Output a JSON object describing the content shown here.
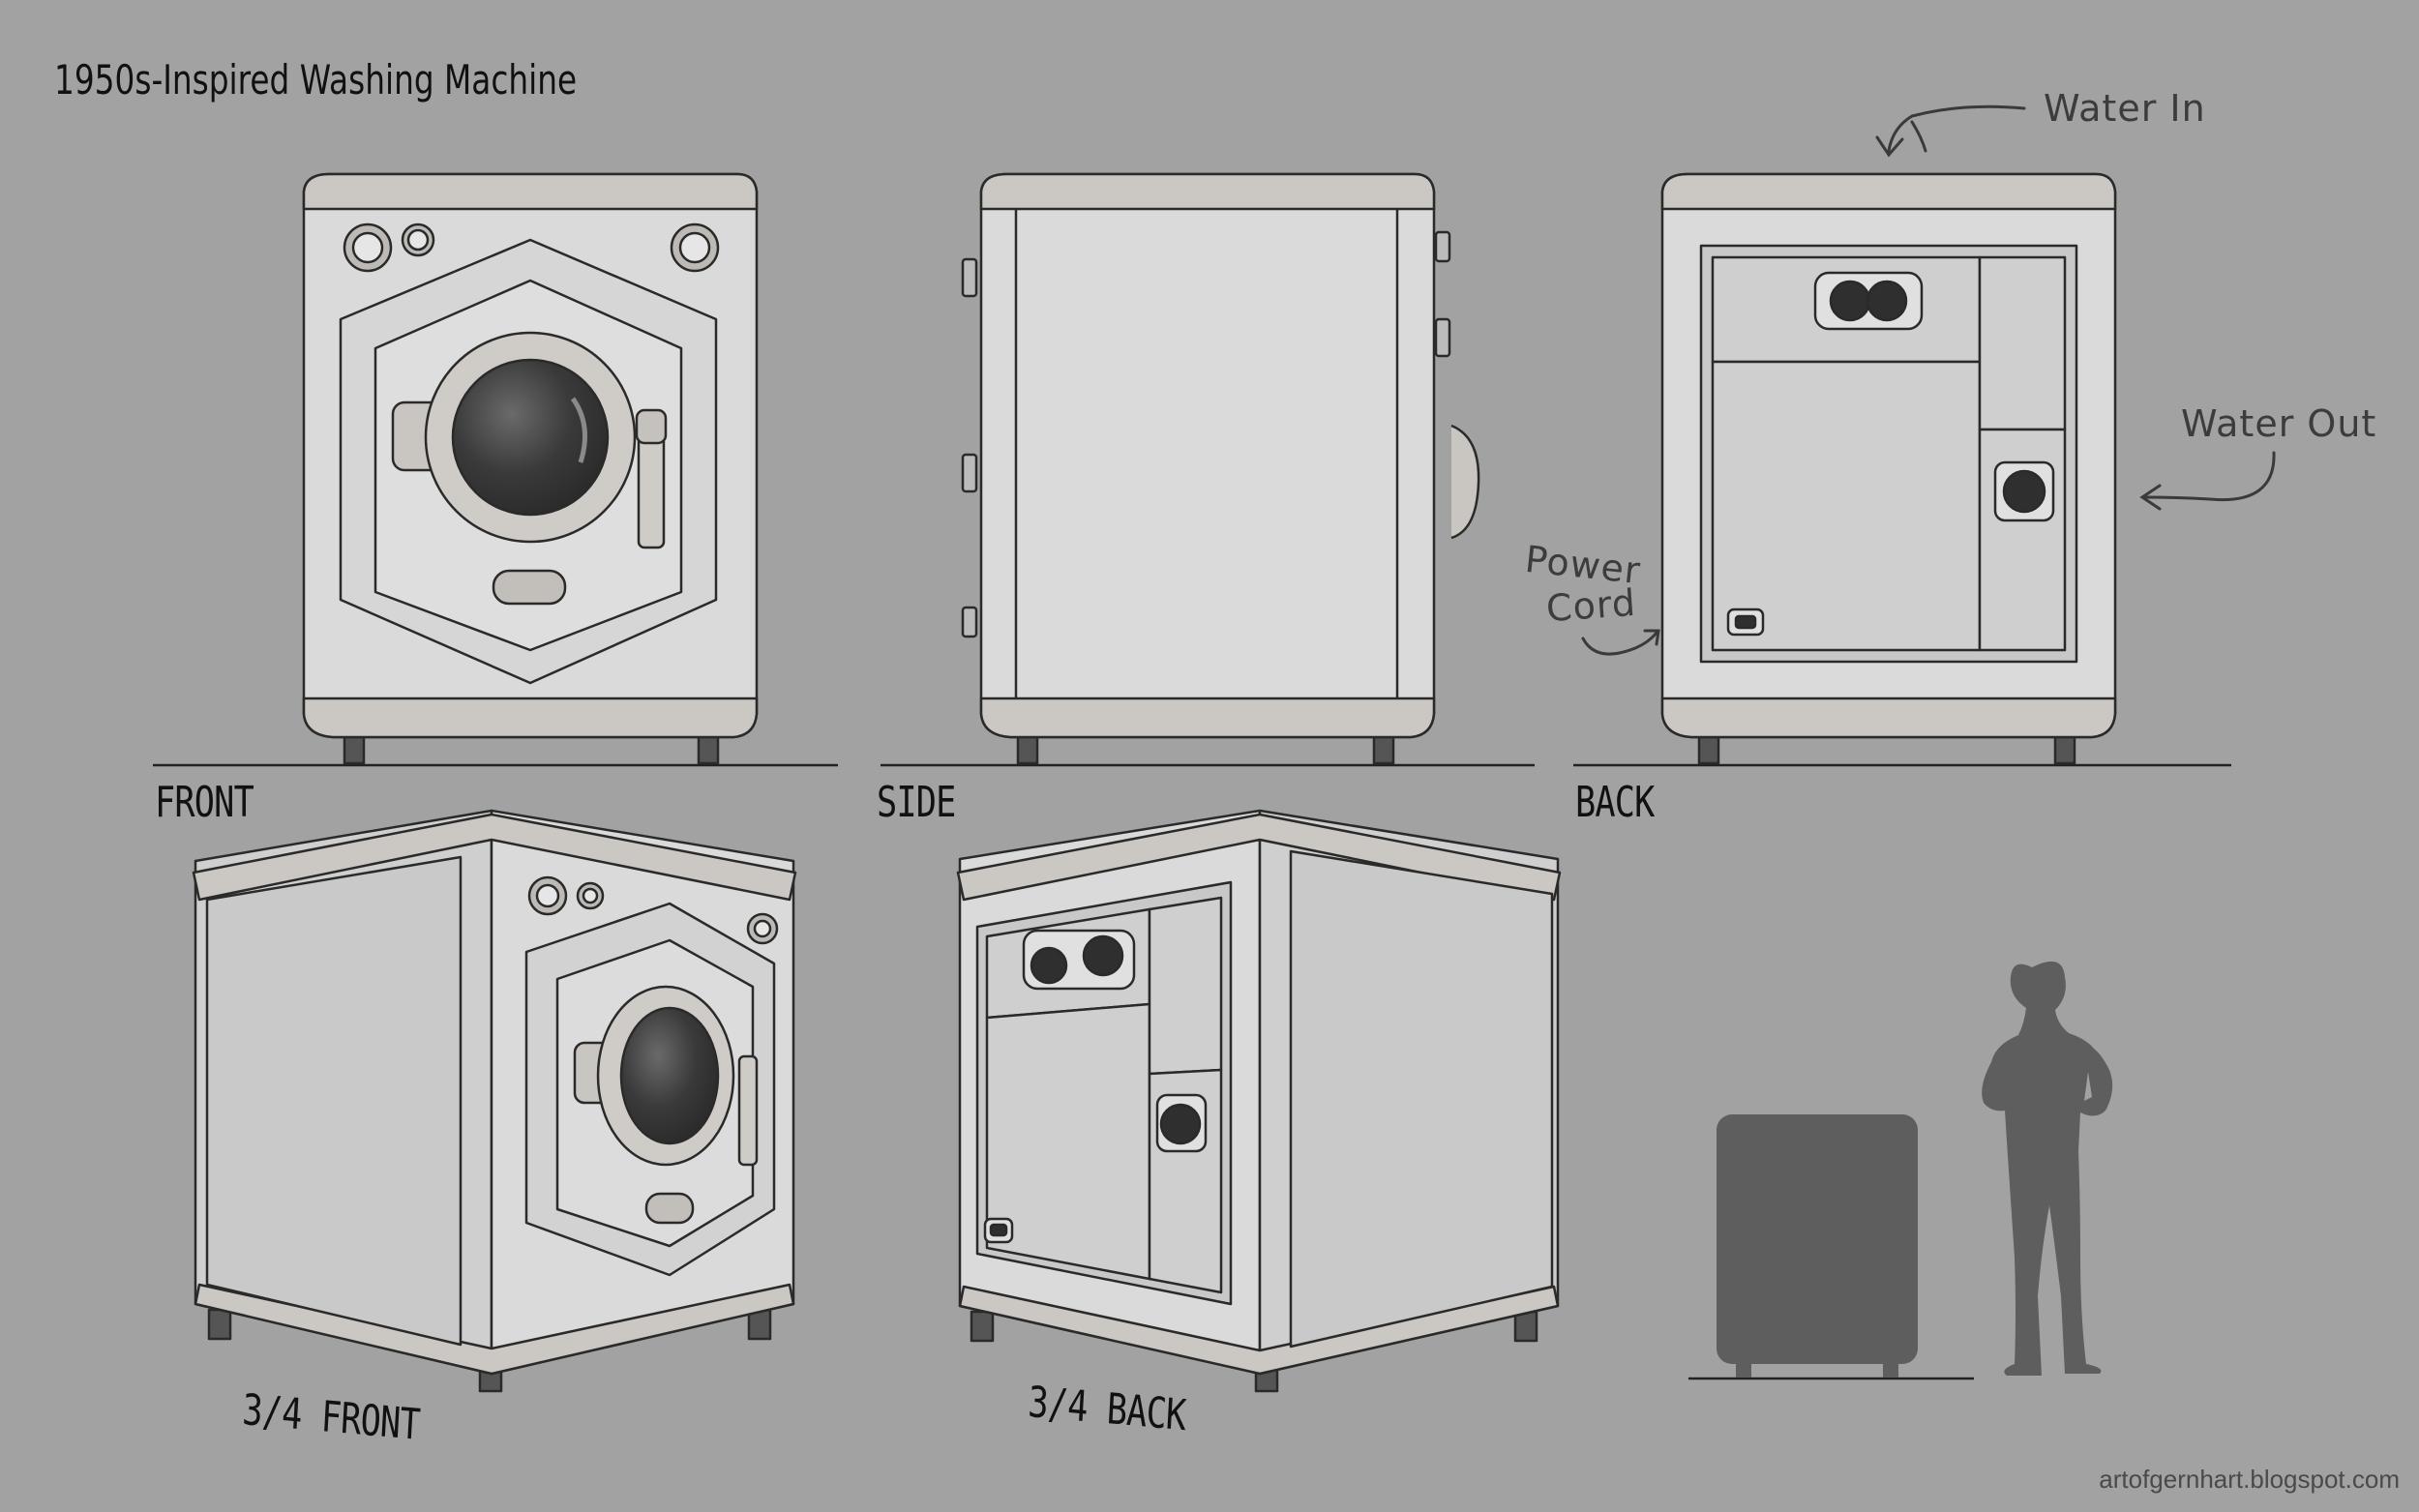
{
  "sheet": {
    "title": "1950s-Inspired Washing Machine",
    "credit": "artofgernhart.blogspot.com"
  },
  "views": {
    "front": "FRONT",
    "side": "SIDE",
    "back": "BACK",
    "three_quarter_front": "3/4 FRONT",
    "three_quarter_back": "3/4 BACK"
  },
  "annotations": {
    "water_in": "Water In",
    "water_out": "Water Out",
    "power_cord_line1": "Power",
    "power_cord_line2": "Cord"
  },
  "colors": {
    "background": "#a2a2a2",
    "body": "#dadada",
    "trim": "#cbc8c4",
    "outline": "#2a2a2a",
    "silhouette": "#5e5e5e"
  }
}
